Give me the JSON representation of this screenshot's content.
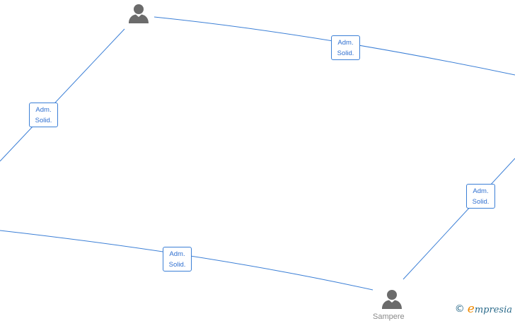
{
  "diagram": {
    "relations": [
      {
        "line1": "Adm.",
        "line2": "Solid."
      },
      {
        "line1": "Adm.",
        "line2": "Solid."
      },
      {
        "line1": "Adm.",
        "line2": "Solid."
      },
      {
        "line1": "Adm.",
        "line2": "Solid."
      }
    ],
    "people": [
      {
        "icon": "person-icon",
        "name": ""
      },
      {
        "icon": "person-icon",
        "name": "Sampere"
      }
    ],
    "colors": {
      "edge": "#3b7fd6",
      "person": "#6b6b6b",
      "label_text": "#2f6fd0"
    }
  },
  "watermark": {
    "copyright_symbol": "©",
    "brand": "mpresia",
    "brand_initial": "e"
  }
}
